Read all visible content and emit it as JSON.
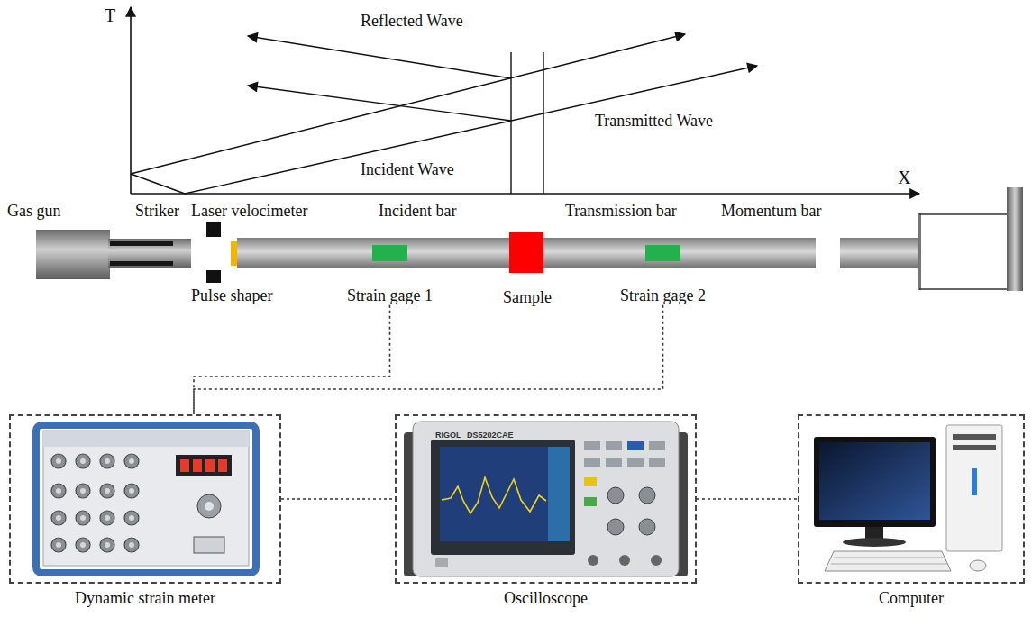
{
  "diagram": {
    "nodes": [
      {
        "text": [
          "Strain gage 1"
        ]
      },
      {
        "text": [
          "Strain gage 2"
        ]
      },
      {
        "text": [
          "Dynamic strain meter"
        ]
      },
      {
        "text": [
          "Oscilloscope"
        ]
      },
      {
        "text": [
          "Computer"
        ]
      }
    ],
    "edges": [
      {
        "from": 0,
        "to": 2,
        "arrow": "none"
      },
      {
        "from": 1,
        "to": 2,
        "arrow": "none"
      },
      {
        "from": 2,
        "to": 3,
        "arrow": "none"
      },
      {
        "from": 3,
        "to": 4,
        "arrow": "none"
      }
    ],
    "labels": [
      "T",
      "X",
      "Reflected Wave",
      "Transmitted Wave",
      "Incident Wave",
      "Gas gun",
      "Striker",
      "Laser velocimeter",
      "Incident bar",
      "Transmission bar",
      "Momentum bar",
      "Pulse shaper",
      "Sample",
      "RIGOL",
      "DS5202CAE"
    ]
  }
}
